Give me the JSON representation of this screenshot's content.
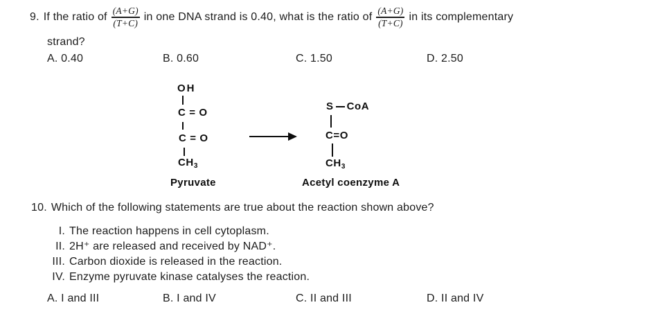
{
  "colors": {
    "text": "#1b1b1b",
    "diagram_text": "#0d0d0d",
    "background": "#ffffff"
  },
  "q9": {
    "number": "9.",
    "intro": "If the ratio of",
    "fraction": {
      "num": "(A+G)",
      "den": "(T+C)"
    },
    "middle": "in one DNA strand is 0.40, what is the ratio of",
    "tail": "in its complementary",
    "line2": "strand?",
    "options": [
      "A. 0.40",
      "B. 0.60",
      "C. 1.50",
      "D. 2.50"
    ]
  },
  "diagram": {
    "pyruvate": {
      "oh": "OH",
      "c1": "C = O",
      "c2": "C = O",
      "ch": "CH",
      "ch_sub": "3",
      "label": "Pyruvate"
    },
    "acetyl": {
      "s": "S",
      "coa": "CoA",
      "co": "C=O",
      "ch": "CH",
      "ch_sub": "3",
      "label": "Acetyl coenzyme A"
    }
  },
  "q10": {
    "number": "10.",
    "text": "Which of the following statements are true about the reaction shown above?",
    "statements": [
      {
        "n": "I.",
        "t": "The reaction happens in cell cytoplasm."
      },
      {
        "n": "II.",
        "t": "2H⁺ are released and received by NAD⁺."
      },
      {
        "n": "III.",
        "t": "Carbon dioxide is released in the reaction."
      },
      {
        "n": "IV.",
        "t": "Enzyme pyruvate kinase catalyses the reaction."
      }
    ],
    "options": [
      "A. I and III",
      "B. I and IV",
      "C. II and III",
      "D. II and IV"
    ]
  }
}
